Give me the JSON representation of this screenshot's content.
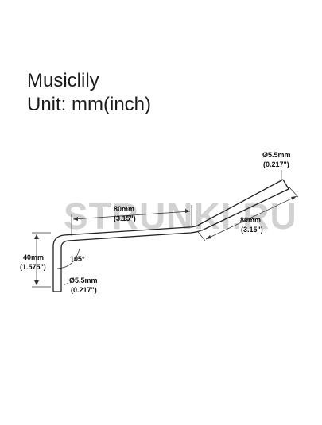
{
  "header": {
    "brand": "Musiclily",
    "unit": "Unit: mm(inch)"
  },
  "watermark": "STRUNKI.RU",
  "dimensions": {
    "rod_diameter_top": {
      "mm": "Ø5.5mm",
      "inch": "(0.217\")"
    },
    "straight_length": {
      "mm": "80mm",
      "inch": "(3.15\")"
    },
    "angled_length": {
      "mm": "80mm",
      "inch": "(3.15\")"
    },
    "vertical_height": {
      "mm": "40mm",
      "inch": "(1.575\")"
    },
    "bend_angle": "105°",
    "rod_diameter_bottom": {
      "mm": "Ø5.5mm",
      "inch": "(0.217\")"
    }
  },
  "colors": {
    "line": "#222222",
    "watermark": "#d2d2d2",
    "text": "#1a1a1a"
  }
}
